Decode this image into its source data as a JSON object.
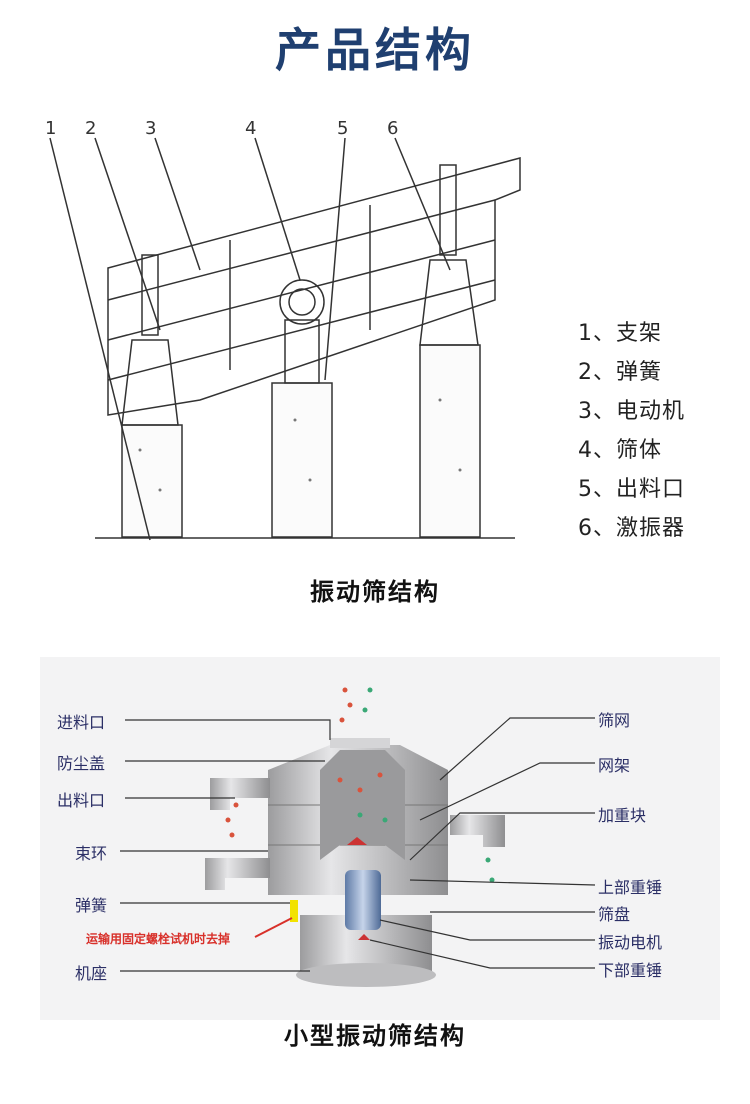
{
  "title": "产品结构",
  "top_diagram": {
    "callout_numbers": [
      "1",
      "2",
      "3",
      "4",
      "5",
      "6"
    ],
    "legend": [
      "1、支架",
      "2、弹簧",
      "3、电动机",
      "4、筛体",
      "5、出料口",
      "6、激振器"
    ],
    "caption": "振动筛结构"
  },
  "bottom_diagram": {
    "left_labels": [
      "进料口",
      "防尘盖",
      "出料口",
      "束环",
      "弹簧",
      "机座"
    ],
    "warning": "运输用固定螺栓试机时去掉",
    "right_labels": [
      "筛网",
      "网架",
      "加重块",
      "上部重锤",
      "筛盘",
      "振动电机",
      "下部重锤"
    ],
    "caption": "小型振动筛结构"
  },
  "colors": {
    "title": "#1f3f70",
    "label": "#2b2f66",
    "warning": "#d8302a"
  }
}
